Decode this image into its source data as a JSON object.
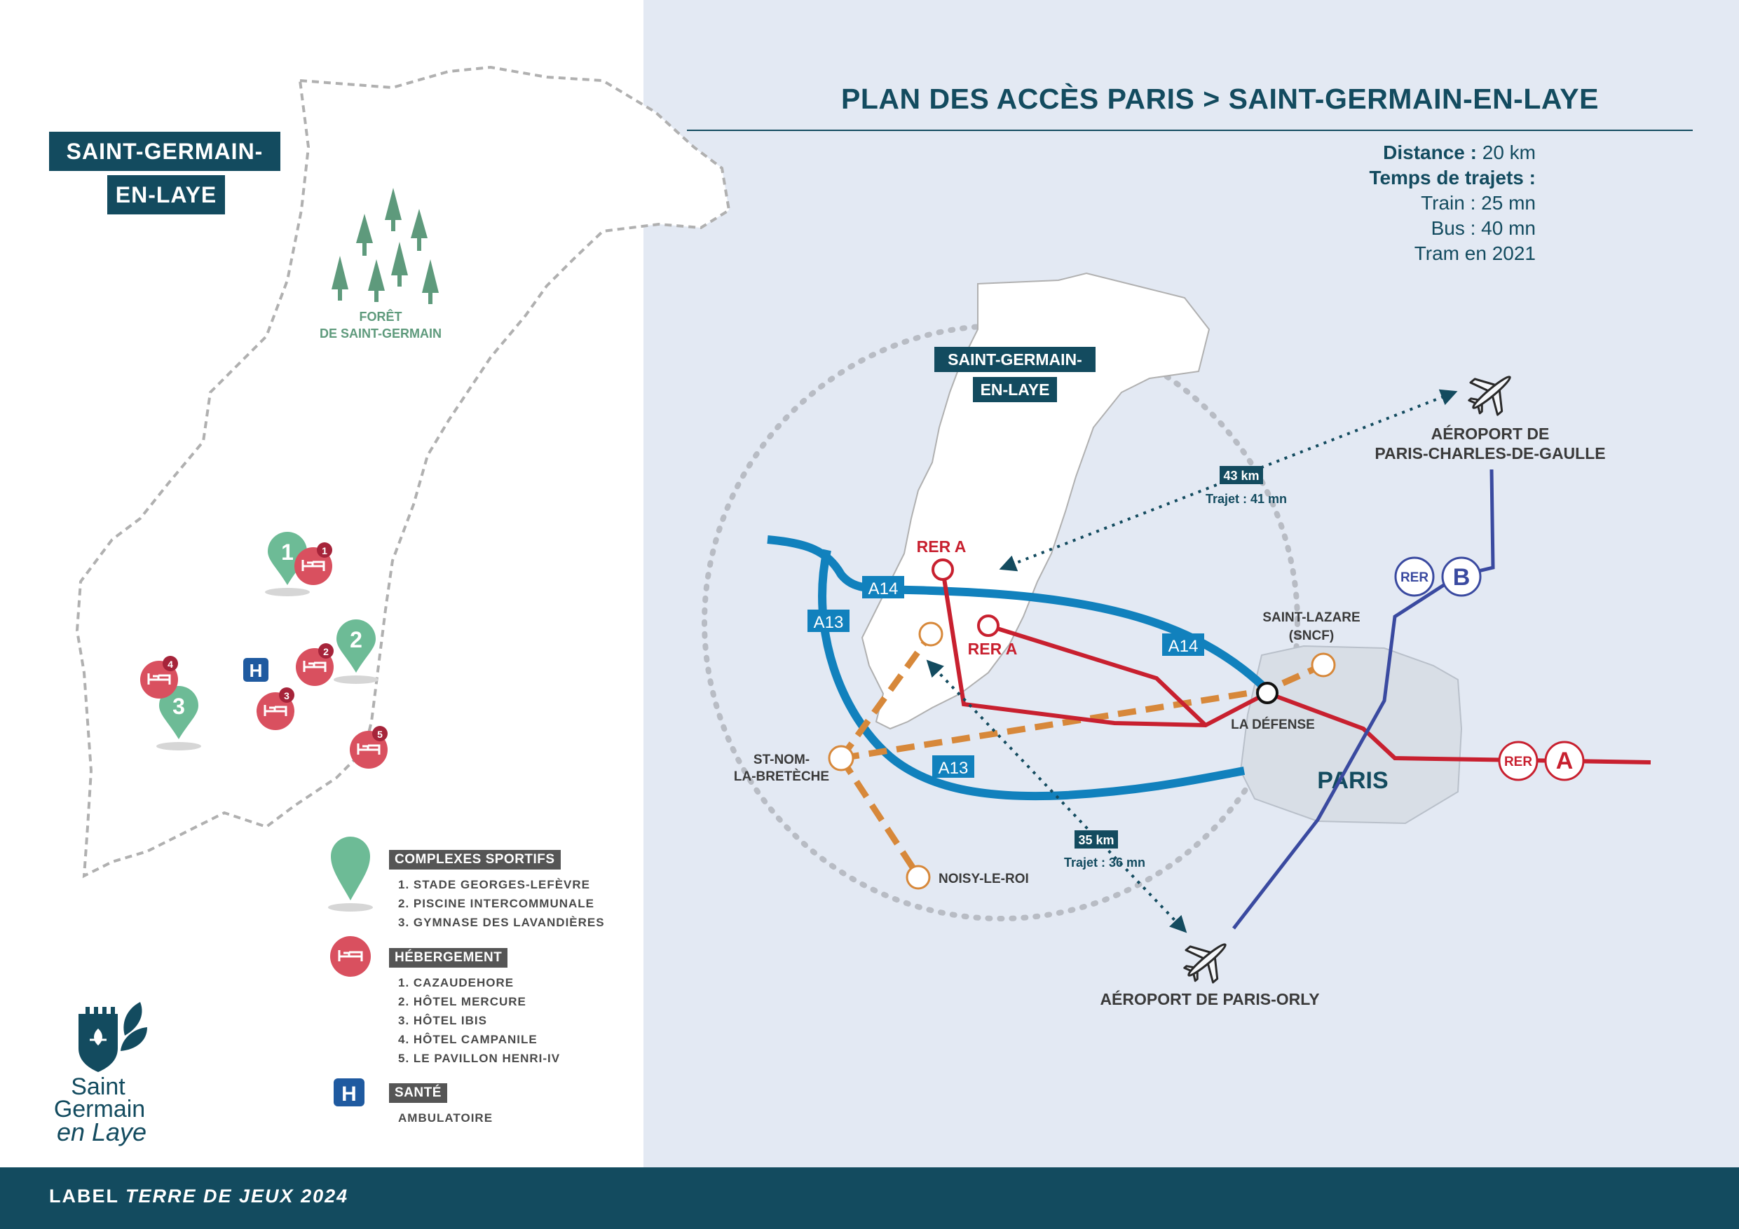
{
  "title": "PLAN DES ACCÈS PARIS > SAINT-GERMAIN-EN-LAYE",
  "info": {
    "distance_label": "Distance :",
    "distance_value": "20 km",
    "times_label": "Temps de trajets :",
    "train": "Train : 25 mn",
    "bus": "Bus : 40 mn",
    "tram": "Tram en 2021"
  },
  "town_label": {
    "line1": "SAINT-GERMAIN-",
    "line2": "EN-LAYE"
  },
  "forest_label": {
    "line1": "FORÊT",
    "line2": "DE SAINT-GERMAIN"
  },
  "hospital_letter": "H",
  "sports_markers": [
    "1",
    "2",
    "3"
  ],
  "hotel_markers": [
    "1",
    "2",
    "3",
    "4",
    "5"
  ],
  "legend": {
    "sports": {
      "heading": "COMPLEXES SPORTIFS",
      "items": [
        "1. STADE GEORGES-LEFÈVRE",
        "2. PISCINE INTERCOMMUNALE",
        "3. GYMNASE DES LAVANDIÈRES"
      ]
    },
    "hotels": {
      "heading": "HÉBERGEMENT",
      "items": [
        "1. CAZAUDEHORE",
        "2. HÔTEL MERCURE",
        "3. HÔTEL IBIS",
        "4. HÔTEL CAMPANILE",
        "5. LE PAVILLON HENRI-IV"
      ]
    },
    "health": {
      "heading": "SANTÉ",
      "items": [
        "AMBULATOIRE"
      ]
    }
  },
  "logo": {
    "line1": "Saint",
    "line2": "Germain",
    "line3": "en Laye"
  },
  "access_map": {
    "town_label": {
      "line1": "SAINT-GERMAIN-",
      "line2": "EN-LAYE"
    },
    "highways": {
      "a14": "A14",
      "a13": "A13"
    },
    "rer_a": "RER A",
    "rer": "RER",
    "rer_a_letter": "A",
    "rer_b_letter": "B",
    "stations": {
      "saint_lazare_1": "SAINT-LAZARE",
      "saint_lazare_2": "(SNCF)",
      "la_defense": "LA DÉFENSE",
      "st_nom_1": "ST-NOM-",
      "st_nom_2": "LA-BRETÈCHE",
      "noisy": "NOISY-LE-ROI",
      "paris": "PARIS"
    },
    "airports": {
      "cdg_1": "AÉROPORT DE",
      "cdg_2": "PARIS-CHARLES-DE-GAULLE",
      "orly": "AÉROPORT DE PARIS-ORLY"
    },
    "routes": {
      "cdg_distance": "43 km",
      "cdg_time": "Trajet : 41 mn",
      "orly_distance": "35 km",
      "orly_time": "Trajet : 36 mn"
    }
  },
  "footer": {
    "prefix": "LABEL ",
    "emphasis": "TERRE DE JEUX 2024"
  },
  "colors": {
    "dark_teal": "#134b5f",
    "panel_bg": "#e3e9f3",
    "rer_a": "#c8202f",
    "rer_b": "#3a4aa0",
    "highway": "#1181bd",
    "suburban": "#d7883a",
    "sports_green": "#6dbb96",
    "hotel_red": "#d9505f"
  }
}
